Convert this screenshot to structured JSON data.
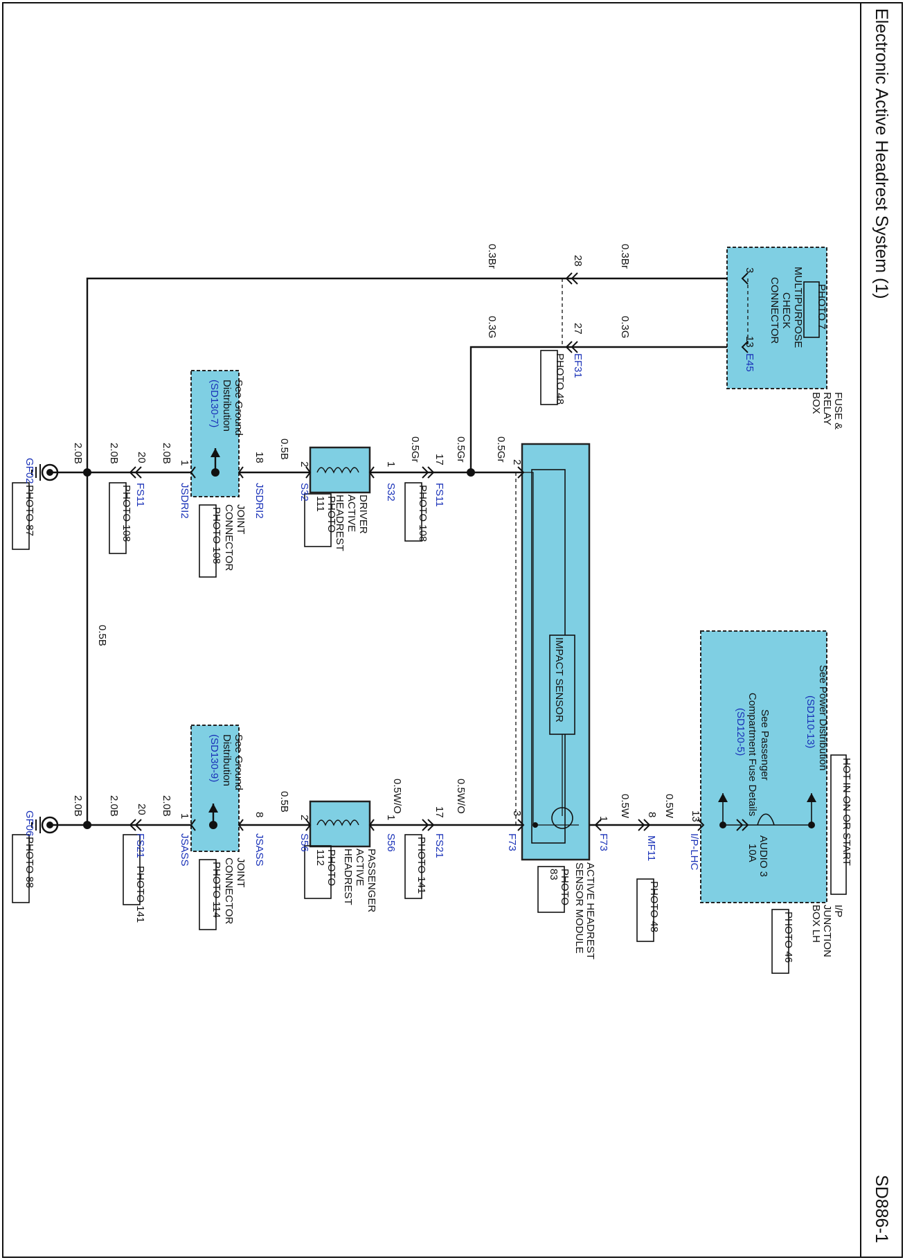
{
  "title": "Electronic Active Headrest System (1)",
  "page_id": "SD886-1",
  "power_label": "HOT IN ON OR START",
  "ip_box": {
    "name_lines": [
      "I/P",
      "JUNCTION",
      "BOX LH"
    ],
    "photo": "PHOTO 46",
    "power_ref_lines": [
      "See Power Distribution",
      "(SD110-13)"
    ],
    "fuse_ref_lines": [
      "See Passenger",
      "Compartment Fuse Details",
      "(SD120-5)"
    ],
    "fuse_lines": [
      "AUDIO 3",
      "10A"
    ],
    "pin": "13",
    "connector": "I/P-LHC"
  },
  "relay_box": {
    "name_lines": [
      "FUSE &",
      "RELAY",
      "BOX"
    ],
    "photo": "PHOTO 7",
    "connector_lines": [
      "MULTIPURPOSE",
      "CHECK",
      "CONNECTOR"
    ],
    "pin_a": "3",
    "pin_b": "13",
    "connector": "E45"
  },
  "ef31": {
    "connector": "EF31",
    "photo": "PHOTO 48",
    "pin_a": "28",
    "pin_b": "27"
  },
  "mf11": {
    "connector": "MF11",
    "photo": "PHOTO 48",
    "pin": "8"
  },
  "module": {
    "name_lines": [
      "ACTIVE HEADREST",
      "SENSOR MODULE"
    ],
    "photo_lines": [
      "PHOTO",
      "83"
    ],
    "sensor": "IMPACT SENSOR",
    "connector_a": "F73",
    "connector_b": "F73",
    "pin_a": "1",
    "pin_b": "2",
    "pin_c": "3"
  },
  "driver": {
    "fs_connector": "FS11",
    "fs_photo": "PHOTO 108",
    "fs_pin": "17",
    "s_in": "S32",
    "s_out": "S32",
    "s_pin_in": "1",
    "s_pin_out": "2",
    "name_lines": [
      "DRIVER",
      "ACTIVE",
      "HEADREST"
    ],
    "photo_lines": [
      "PHOTO",
      "111"
    ],
    "joint_in": "JSDRI2",
    "joint_in_pin": "18",
    "joint_out": "JSDRI2",
    "joint_out_pin": "1",
    "joint_name_lines": [
      "JOINT",
      "CONNECTOR"
    ],
    "joint_photo": "PHOTO 108",
    "ground_ref_lines": [
      "See Ground",
      "Distribution",
      "(SD130-7)"
    ],
    "ground_fs": "FS11",
    "ground_fs_photo": "PHOTO 108",
    "ground_fs_pin": "20",
    "ground": "GF02",
    "ground_photo": "PHOTO 87"
  },
  "passenger": {
    "fs_connector": "FS21",
    "fs_photo": "PHOTO 141",
    "fs_pin": "17",
    "s_in": "S56",
    "s_out": "S56",
    "s_pin_in": "1",
    "s_pin_out": "2",
    "name_lines": [
      "PASSENGER",
      "ACTIVE",
      "HEADREST"
    ],
    "photo_lines": [
      "PHOTO",
      "112"
    ],
    "joint_in": "JSASS",
    "joint_in_pin": "8",
    "joint_out": "JSASS",
    "joint_out_pin": "1",
    "joint_name_lines": [
      "JOINT",
      "CONNECTOR"
    ],
    "joint_photo": "PHOTO 114",
    "ground_ref_lines": [
      "See Ground",
      "Distribution",
      "(SD130-9)"
    ],
    "ground_fs": "FS21",
    "ground_fs_photo": "PHOTO 141",
    "ground_fs_pin": "20",
    "ground": "GF06",
    "ground_photo": "PHOTO 88"
  },
  "wires": {
    "w_0_3br_a": "0.3Br",
    "w_0_3br_b": "0.3Br",
    "w_0_3g_a": "0.3G",
    "w_0_3g_b": "0.3G",
    "w_0_5w_a": "0.5W",
    "w_0_5w_b": "0.5W",
    "w_0_5gr_a": "0.5Gr",
    "w_0_5gr_b": "0.5Gr",
    "w_0_5gr_c": "0.5Gr",
    "w_0_5b_a": "0.5B",
    "w_0_5b_b": "0.5B",
    "w_0_5b_c": "0.5B",
    "w_2_0b_a": "2.0B",
    "w_2_0b_b": "2.0B",
    "w_2_0b_c": "2.0B",
    "w_2_0b_d": "2.0B",
    "w_2_0b_e": "2.0B",
    "w_2_0b_f": "2.0B",
    "w_0_5wo_a": "0.5W/O",
    "w_0_5wo_b": "0.5W/O"
  }
}
